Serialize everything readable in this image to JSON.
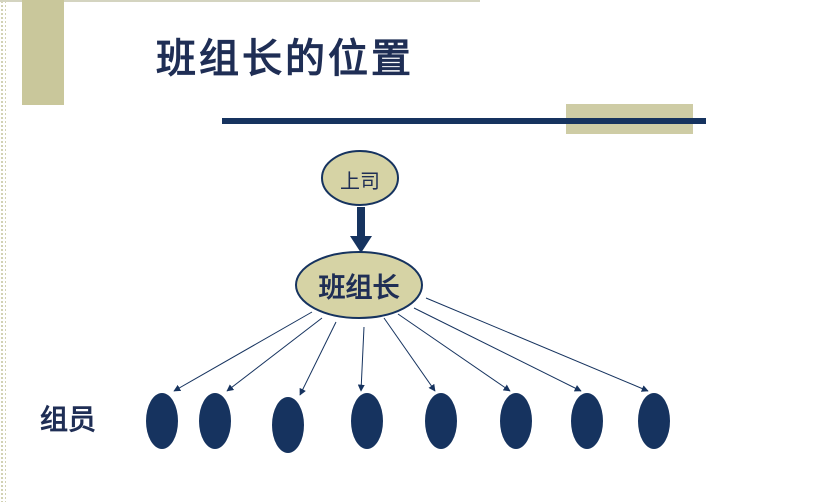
{
  "title": "班组长的位置",
  "diagram": {
    "top_node": "上司",
    "middle_node": "班组长",
    "members_label": "组员",
    "member_count": 8
  },
  "colors": {
    "navy": "#16335f",
    "tan": "#c9c79b",
    "node_fill": "#d6d3a5",
    "title_text": "#1f2e55"
  }
}
